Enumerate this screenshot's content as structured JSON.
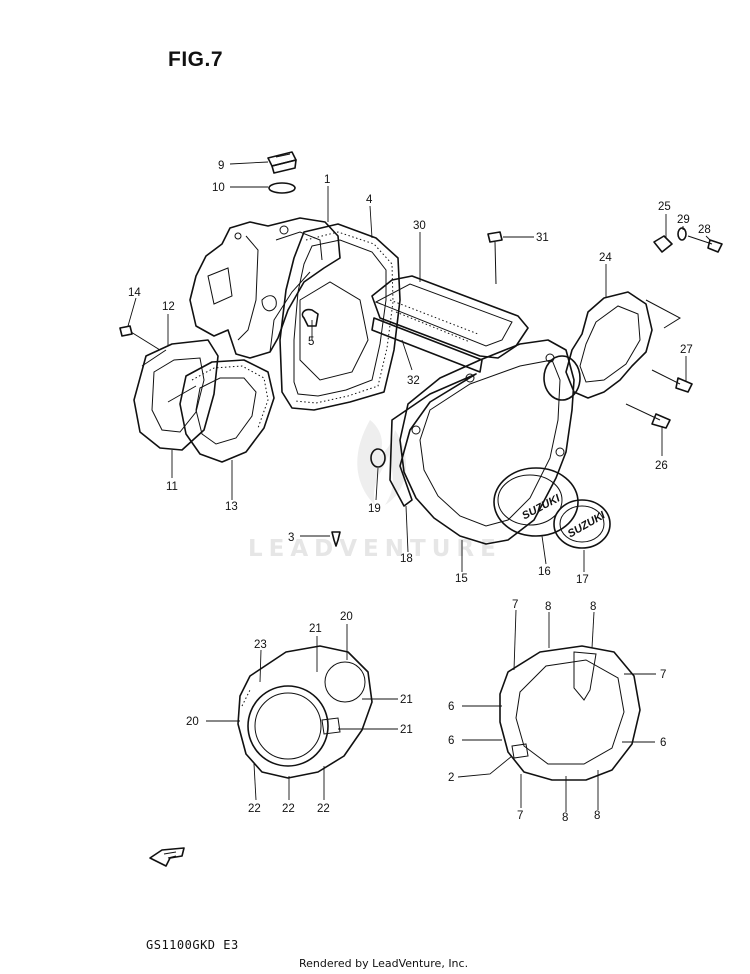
{
  "figure": {
    "title": "FIG.7"
  },
  "watermark": {
    "text": "LEADVENTURE"
  },
  "footer": {
    "model": "GS1100GKD E3",
    "credit": "Rendered by LeadVenture, Inc."
  },
  "emblem": {
    "label": "SUZUKI"
  },
  "callouts": [
    "9",
    "10",
    "1",
    "4",
    "30",
    "31",
    "25",
    "29",
    "28",
    "24",
    "14",
    "12",
    "5",
    "32",
    "27",
    "11",
    "13",
    "19",
    "26",
    "3",
    "18",
    "15",
    "16",
    "17",
    "7",
    "8",
    "8",
    "7",
    "6",
    "6",
    "6",
    "2",
    "7",
    "8",
    "8",
    "23",
    "21",
    "20",
    "21",
    "20",
    "21",
    "22",
    "22",
    "22"
  ]
}
